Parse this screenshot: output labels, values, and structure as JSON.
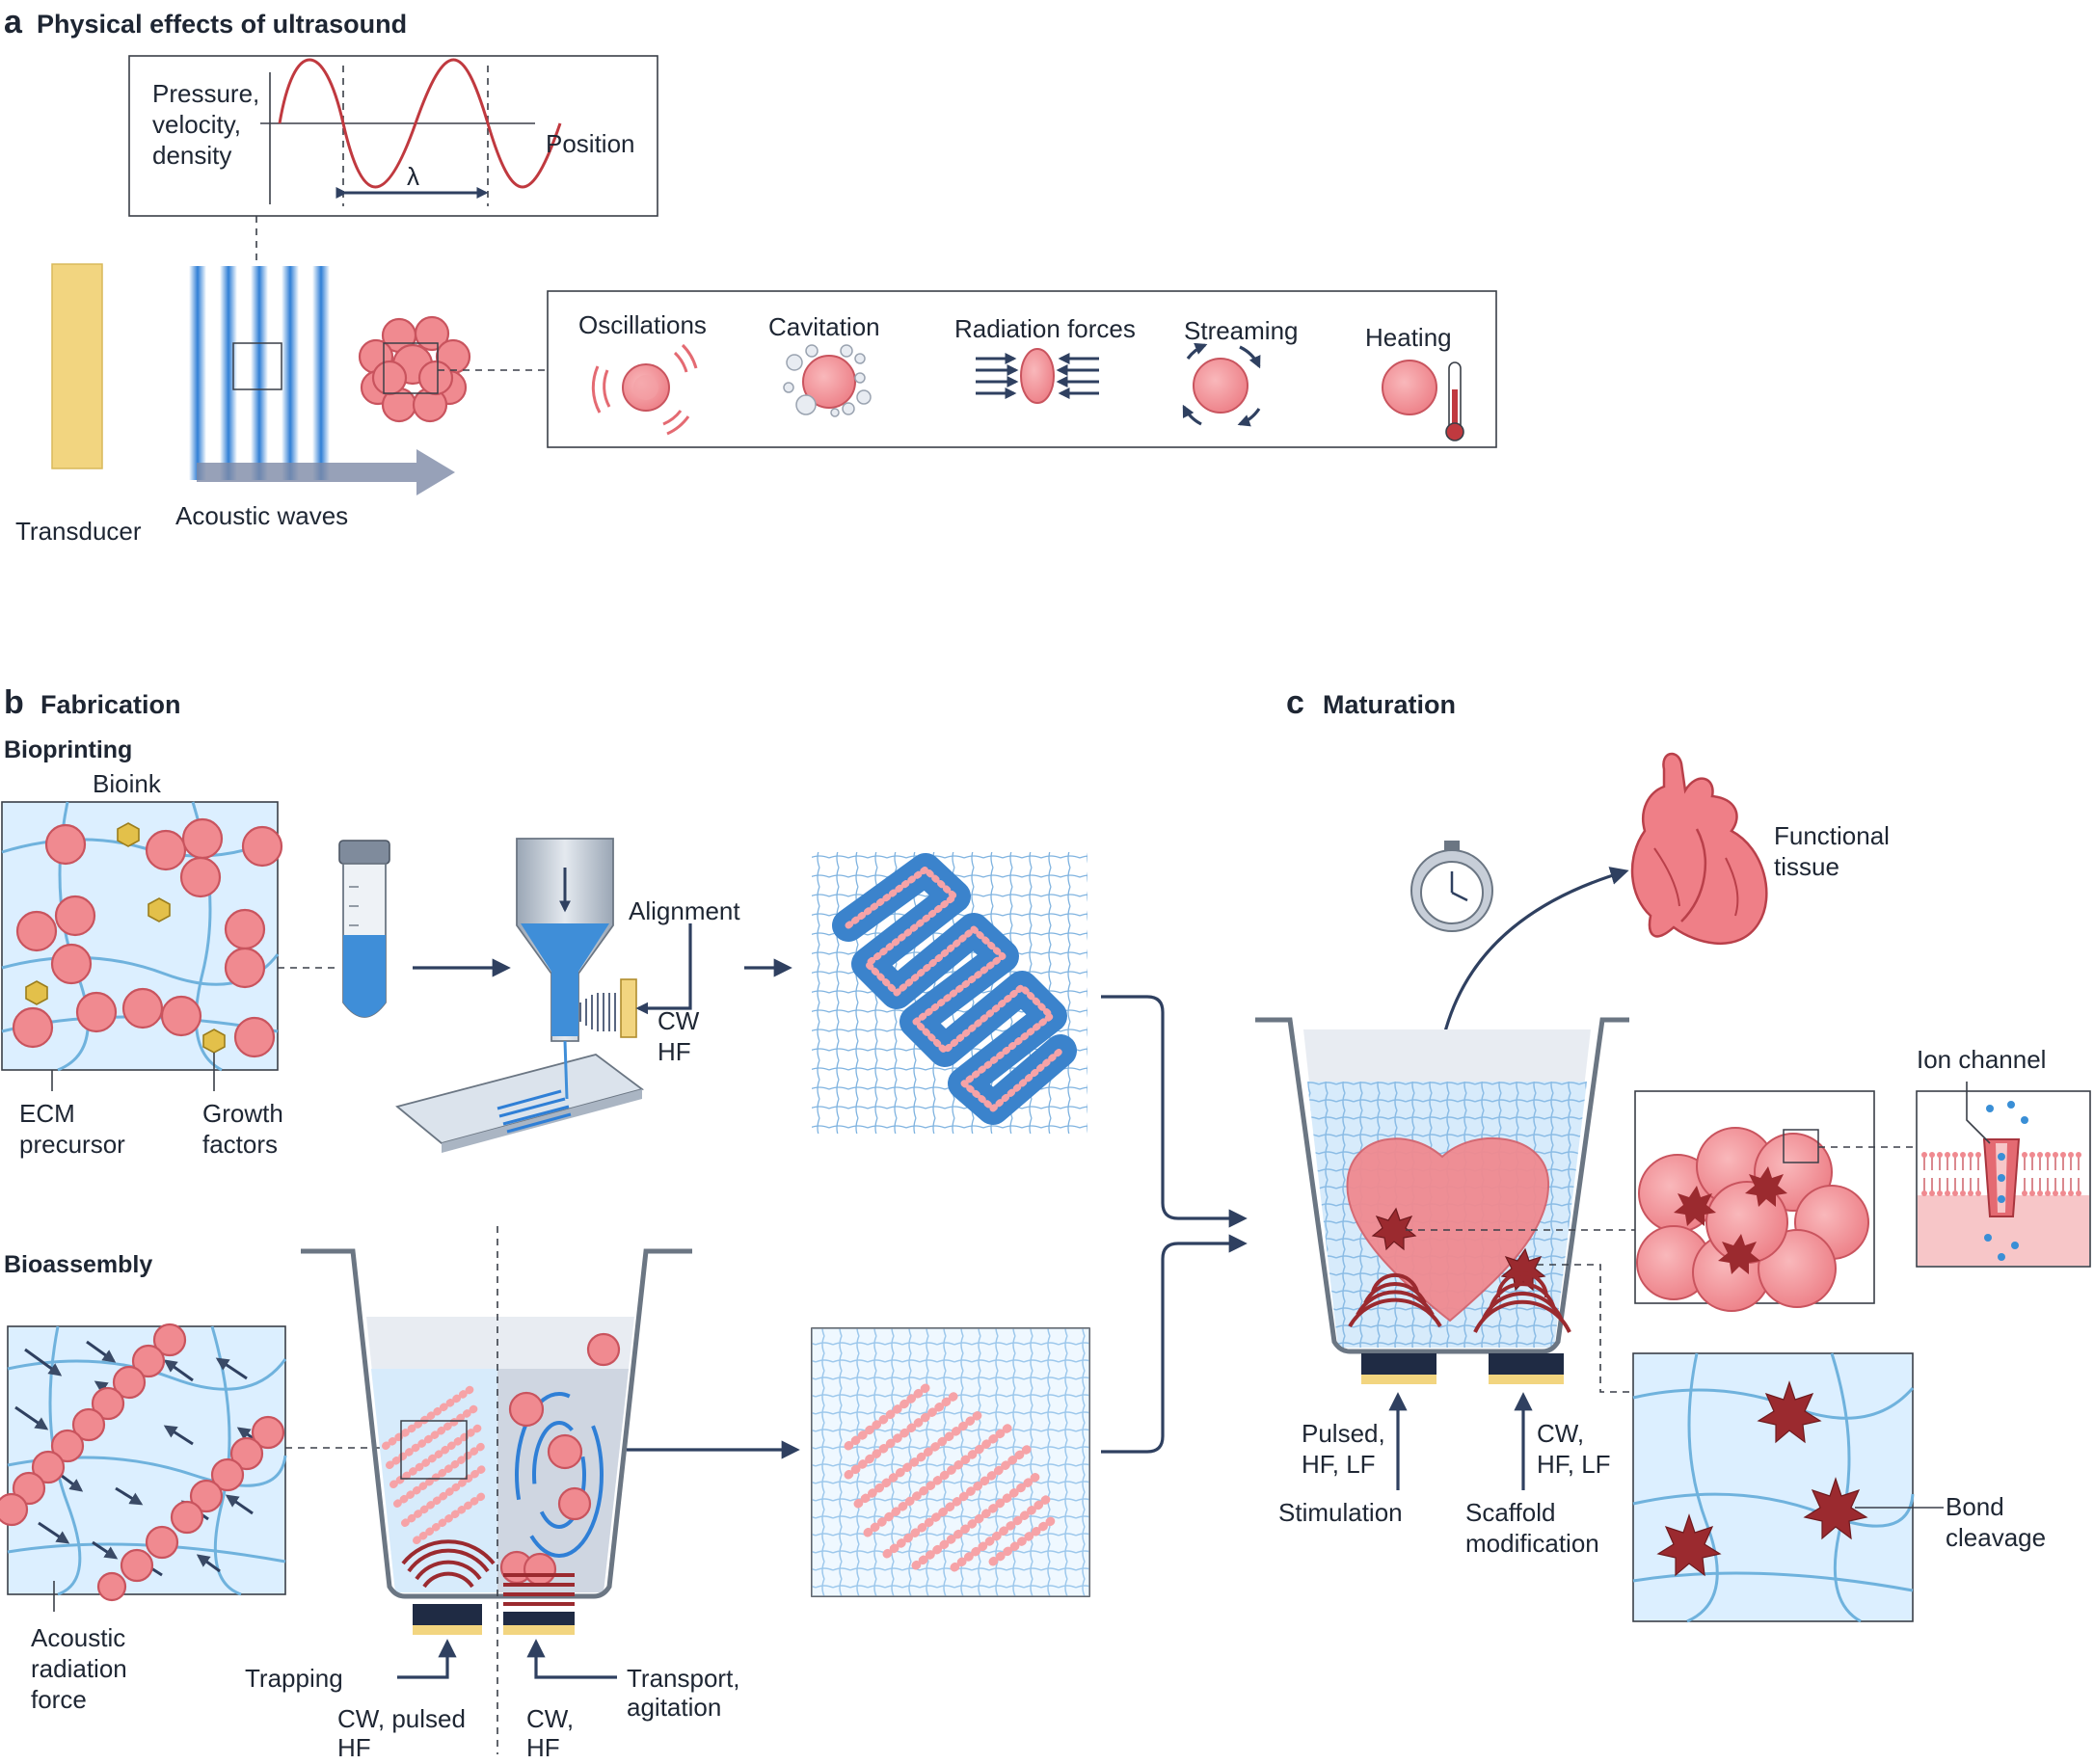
{
  "panel_a": {
    "letter": "a",
    "title": "Physical effects of ultrasound",
    "wave_axis_label": [
      "Pressure,",
      "velocity,",
      "density"
    ],
    "position_label": "Position",
    "lambda": "λ",
    "transducer": "Transducer",
    "acoustic_waves": "Acoustic waves",
    "effects": [
      "Oscillations",
      "Cavitation",
      "Radiation forces",
      "Streaming",
      "Heating"
    ]
  },
  "panel_b": {
    "letter": "b",
    "title": "Fabrication",
    "bioprinting": {
      "title": "Bioprinting",
      "bioink": "Bioink",
      "ecm": [
        "ECM",
        "precursor"
      ],
      "growth": [
        "Growth",
        "factors"
      ],
      "alignment": "Alignment",
      "cw_hf": [
        "CW",
        "HF"
      ]
    },
    "bioassembly": {
      "title": "Bioassembly",
      "acoustic": [
        "Acoustic",
        "radiation",
        "force"
      ],
      "trapping": "Trapping",
      "transport": [
        "Transport,",
        "agitation"
      ],
      "cw_pulsed": [
        "CW, pulsed",
        "HF"
      ],
      "cw_hf": [
        "CW,",
        "HF"
      ]
    }
  },
  "panel_c": {
    "letter": "c",
    "title": "Maturation",
    "functional": [
      "Functional",
      "tissue"
    ],
    "ion_channel": "Ion channel",
    "pulsed": [
      "Pulsed,",
      "HF, LF"
    ],
    "cw": [
      "CW,",
      "HF, LF"
    ],
    "stimulation": "Stimulation",
    "scaffold": [
      "Scaffold",
      "modification"
    ],
    "bond": [
      "Bond",
      "cleavage"
    ]
  },
  "colors": {
    "cell": "#f08a90",
    "wave": "#c0393f",
    "navy": "#2f4060",
    "hydrogel": "#dcefff",
    "transducer": "#f2d580"
  }
}
